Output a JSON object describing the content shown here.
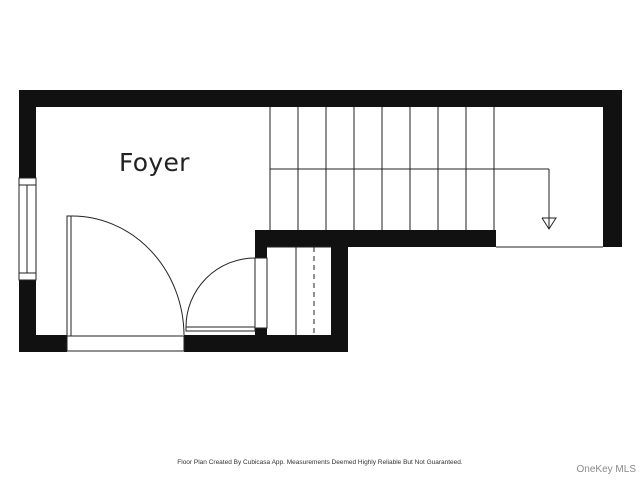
{
  "plan": {
    "room_label": "Foyer",
    "footer_note": "Floor Plan Created By Cubicasa App. Measurements Deemed Highly Reliable But Not Guaranteed.",
    "watermark": "OneKey MLS",
    "colors": {
      "wall": "#111111",
      "line": "#222222",
      "background": "#ffffff"
    }
  }
}
